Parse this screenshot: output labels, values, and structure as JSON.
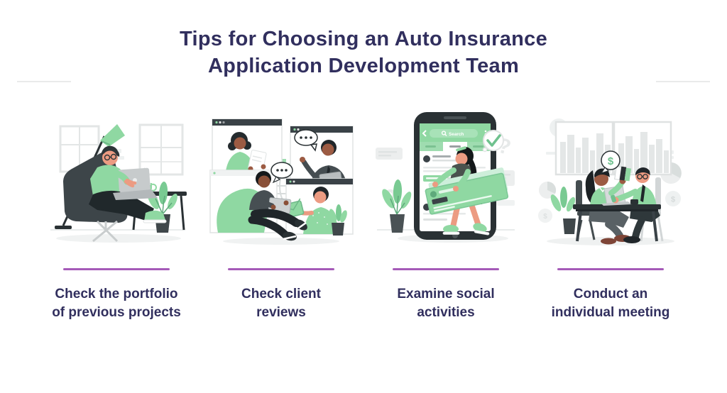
{
  "header": {
    "title_line1": "Tips for Choosing an Auto Insurance",
    "title_line2": "Application Development Team"
  },
  "tips": [
    {
      "caption_line1": "Check the portfolio",
      "caption_line2": "of previous projects",
      "illustration": "man-working-on-laptop-in-armchair"
    },
    {
      "caption_line1": "Check client",
      "caption_line2": "reviews",
      "illustration": "video-call-collage-with-clients"
    },
    {
      "caption_line1": "Examine social",
      "caption_line2": "activities",
      "illustration": "woman-with-social-feed-on-giant-phone",
      "phone_search_label": "Search"
    },
    {
      "caption_line1": "Conduct an",
      "caption_line2": "individual meeting",
      "illustration": "two-people-meeting-at-table"
    }
  ],
  "colors": {
    "title_navy": "#312F5E",
    "divider_purple": "#A55AB8",
    "accent_green": "#8FD8A2",
    "dark_ink": "#2A3134",
    "background": "#FFFFFF"
  }
}
